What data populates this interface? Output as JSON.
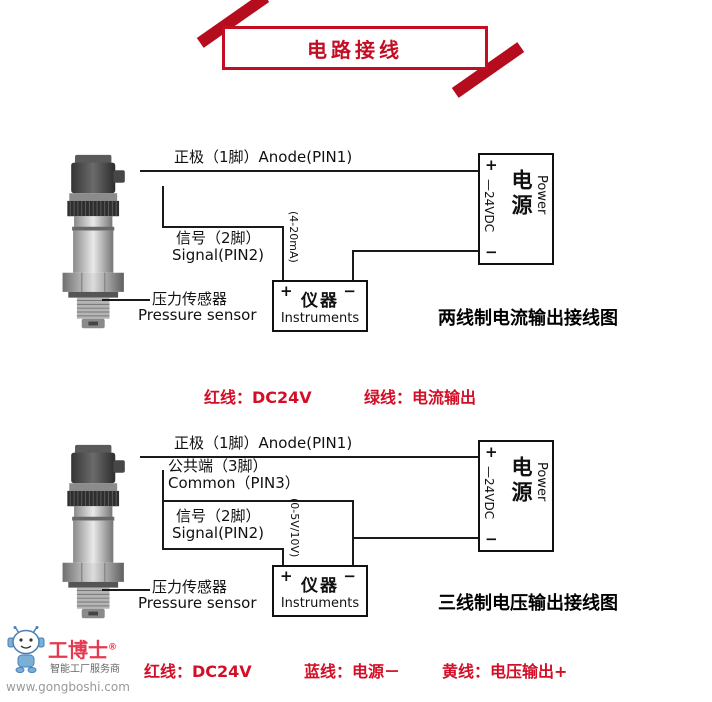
{
  "title": {
    "text": "电路接线"
  },
  "diagram1": {
    "anode_label": "正极（1脚）Anode(PIN1)",
    "signal_label_cn": "信号（2脚）",
    "signal_label_en": "Signal(PIN2)",
    "range_label": "(4-20mA)",
    "sensor_label_cn": "压力传感器",
    "sensor_label_en": "Pressure sensor",
    "caption": "两线制电流输出接线图",
    "instruments": {
      "plus": "+",
      "minus": "−",
      "name_cn": "仪器",
      "name_en": "Instruments"
    },
    "power": {
      "plus": "+",
      "minus": "−",
      "vdc": "—24VDC",
      "name_cn": "电源",
      "name_en": "Power"
    }
  },
  "legend1": {
    "red": "红线：DC24V",
    "green": "绿线：电流输出"
  },
  "diagram2": {
    "anode_label": "正极（1脚）Anode(PIN1)",
    "common_label_cn": "公共端（3脚）",
    "common_label_en": "Common（PIN3）",
    "signal_label_cn": "信号（2脚）",
    "signal_label_en": "Signal(PIN2)",
    "range_label": "(0-5V/10V)",
    "sensor_label_cn": "压力传感器",
    "sensor_label_en": "Pressure sensor",
    "caption": "三线制电压输出接线图",
    "instruments": {
      "plus": "+",
      "minus": "−",
      "name_cn": "仪器",
      "name_en": "Instruments"
    },
    "power": {
      "plus": "+",
      "minus": "−",
      "vdc": "—24VDC",
      "name_cn": "电源",
      "name_en": "Power"
    }
  },
  "legend2": {
    "red": "红线：DC24V",
    "blue": "蓝线：电源－",
    "yellow": "黄线：电压输出+"
  },
  "logo": {
    "brand": "工博士",
    "reg": "®",
    "tagline": "智能工厂服务商",
    "url": "www.gongboshi.com"
  },
  "colors": {
    "accent_red": "#c30d23",
    "legend_red": "#d30f27",
    "brand_red": "#e63950",
    "wire": "#1a1a1a"
  }
}
